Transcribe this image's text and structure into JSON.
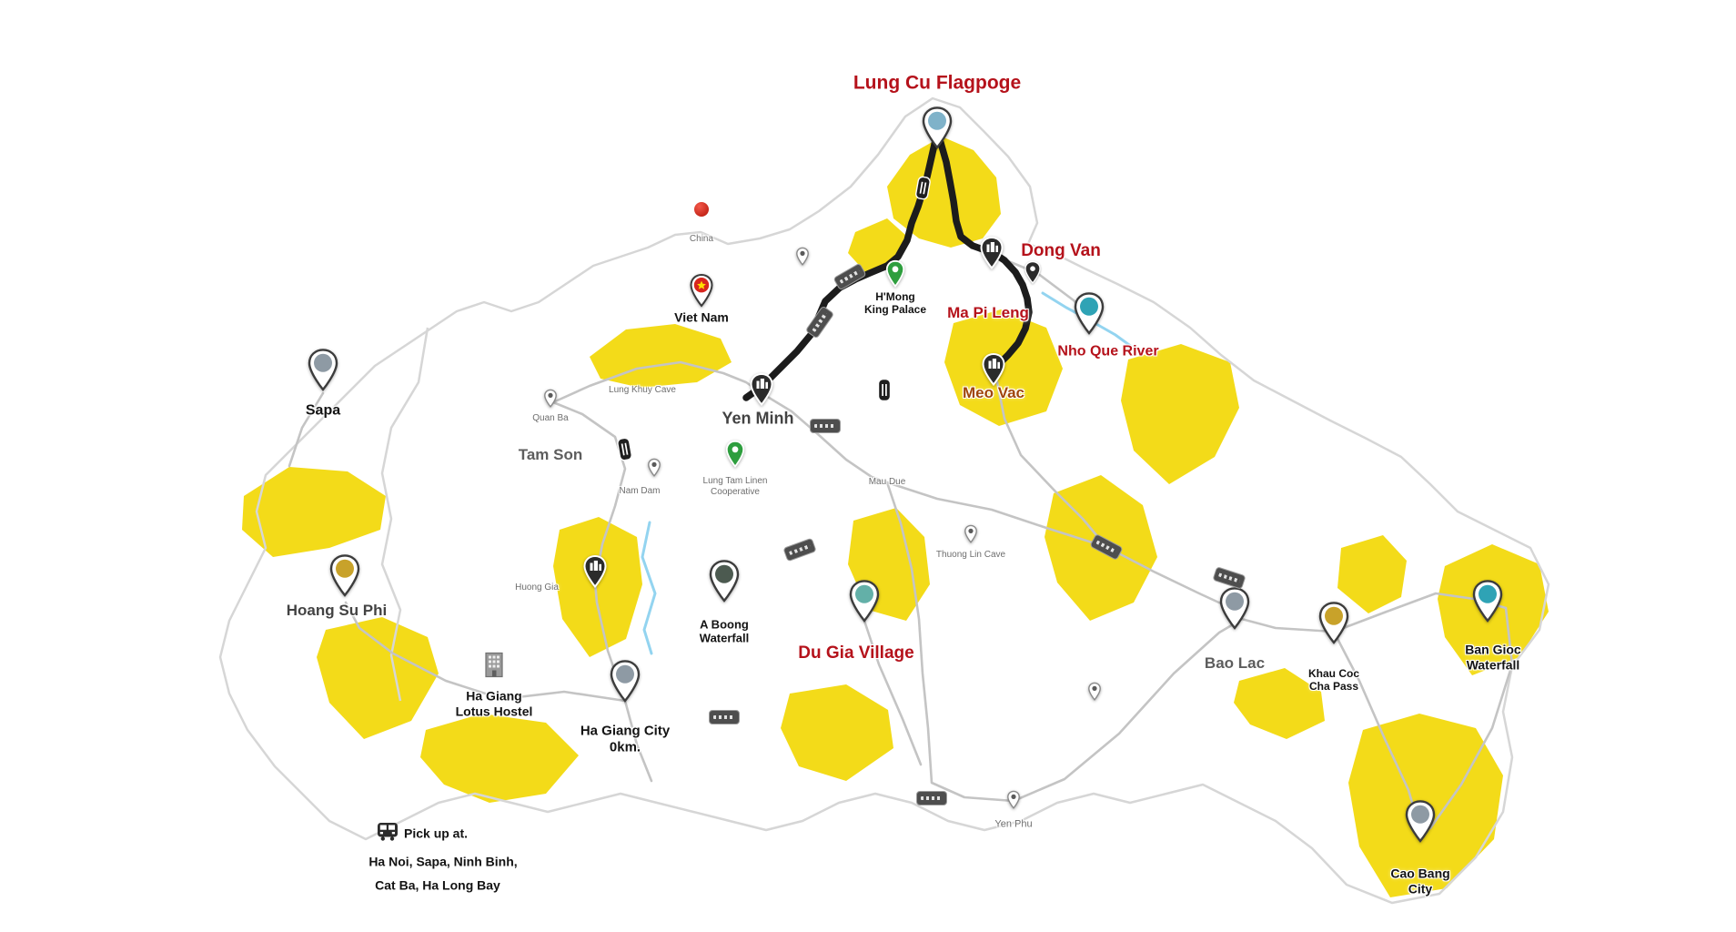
{
  "theme": {
    "map-bg": "#ffffff",
    "highlight-yellow": "#f2d808",
    "route-black": "#1c1c1c",
    "road-gray": "#c4c4c4",
    "border-gray": "#d6d6d6",
    "river-blue": "#93d4f0",
    "title-red": "#b5121b",
    "title-rust": "#a0450a",
    "pin-dark": "#2b2b2b",
    "pin-green": "#2e9e3e",
    "flag-red": "#d8251d",
    "star-yellow": "#ffde00",
    "photo-teal": "#2fa3b5",
    "photo-gray": "#8e9aa4",
    "photo-gold": "#c8a22a",
    "photo-sky": "#7fb2c9"
  },
  "icons": {
    "photo_pin": "teardrop-pin-with-photo-circle",
    "landmark_pin": "dark-pin-with-building-glyph",
    "poi_pin": "green-pin-with-dot",
    "small_pin": "small-gray-location-pin",
    "flag_pin": "pin-with-vietnam-flag",
    "china_dot": "red-dot",
    "restaurant_badge": "black-vertical-badge",
    "road_badge": "gray-road-number-badge",
    "bus": "bus-icon",
    "hostel": "building-icon"
  },
  "markers": {
    "lung_cu": {
      "label": "Lung Cu Flagpoge"
    },
    "dong_van": {
      "label": "Dong Van"
    },
    "ma_pi_leng": {
      "label": "Ma Pi Leng"
    },
    "nho_que_river": {
      "label": "Nho Que River"
    },
    "meo_vac": {
      "label": "Meo Vac"
    },
    "yen_minh": {
      "label": "Yen Minh"
    },
    "tam_son": {
      "label": "Tam Son"
    },
    "quan_ba": {
      "label": "Quan Ba"
    },
    "sapa": {
      "label": "Sapa"
    },
    "viet_nam": {
      "label": "Viet Nam"
    },
    "china": {
      "label": "China"
    },
    "hmong_king_palace": {
      "label_line1": "H'Mong",
      "label_line2": "King Palace"
    },
    "lung_khuy_cave": {
      "label": "Lung Khuy Cave"
    },
    "lung_tam": {
      "label_line1": "Lung Tam Linen",
      "label_line2": "Cooperative"
    },
    "nam_dam": {
      "label": "Nam Dam"
    },
    "huong_gia": {
      "label": "Huong Gia"
    },
    "hoang_su_phi": {
      "label": "Hoang Su Phi"
    },
    "a_boong": {
      "label_line1": "A Boong",
      "label_line2": "Waterfall"
    },
    "du_gia": {
      "label": "Du Gia Village"
    },
    "ha_giang_lotus": {
      "label_line1": "Ha Giang",
      "label_line2": "Lotus Hostel"
    },
    "ha_giang_city": {
      "label_line1": "Ha Giang City",
      "label_line2": "0km."
    },
    "mau_due": {
      "label": "Mau Due"
    },
    "thuong_lin_cave": {
      "label": "Thuong Lin Cave"
    },
    "yen_phu": {
      "label": "Yen Phu"
    },
    "bao_lac": {
      "label": "Bao Lac"
    },
    "khau_coc_cha": {
      "label_line1": "Khau Coc",
      "label_line2": "Cha Pass"
    },
    "ban_gioc": {
      "label_line1": "Ban Gioc",
      "label_line2": "Waterfall"
    },
    "cao_bang": {
      "label_line1": "Cao Bang",
      "label_line2": "City"
    },
    "pickup": {
      "label_line1": "Pick up at.",
      "label_line2": "Ha Noi, Sapa, Ninh Binh,",
      "label_line3": "Cat Ba, Ha Long Bay"
    }
  }
}
